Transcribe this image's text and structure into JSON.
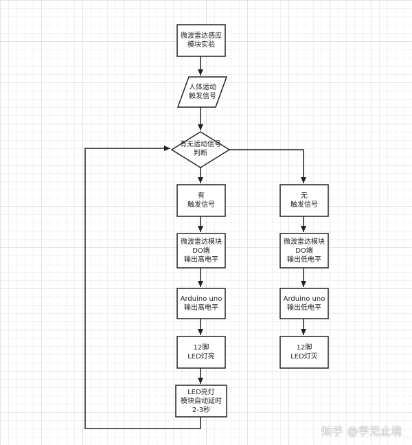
{
  "flowchart": {
    "start": "微波雷达感应\n模块实验",
    "input": "人体运动\n触发信号",
    "decision": "有无运动信号\n判断",
    "yes_branch": {
      "signal": "有\n触发信号",
      "module_output": "微波雷达模块\nDO端\n输出高电平",
      "arduino": "Arduino uno\n输出高电平",
      "led": "12脚\nLED灯亮",
      "delay": "LED亮灯\n模块自动延时\n2-3秒"
    },
    "no_branch": {
      "signal": "无\n触发信号",
      "module_output": "微波雷达模块\nDO端\n输出低电平",
      "arduino": "Arduino uno\n输出低电平",
      "led": "12脚\nLED灯灭"
    }
  },
  "watermark": "知乎 @学无止境",
  "colors": {
    "stroke": "#222222",
    "background": "#ffffff",
    "grid": "#e3e3e3"
  }
}
